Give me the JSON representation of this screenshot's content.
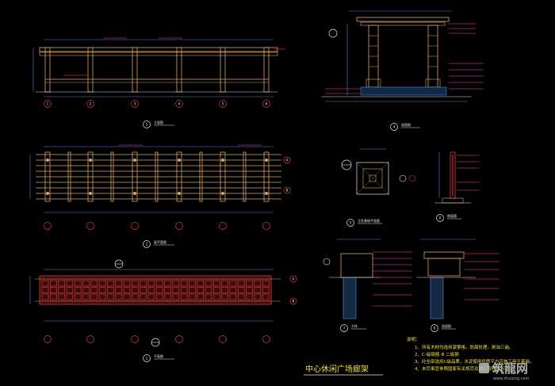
{
  "drawing": {
    "title": "中心休闲广场廊架",
    "views": [
      {
        "num": "5",
        "name": "立面图"
      },
      {
        "num": "4",
        "name": "剖面图"
      },
      {
        "num": "2",
        "name": "梁平面图"
      },
      {
        "num": "1",
        "name": "平面图"
      },
      {
        "num": "5",
        "name": "立柱基础平面图"
      },
      {
        "num": "6",
        "name": "侧面图"
      },
      {
        "num": "7",
        "name": "大样"
      },
      {
        "num": "8",
        "name": "剖面图"
      }
    ],
    "axis_numbers": [
      "1",
      "2",
      "3",
      "4",
      "5",
      "6"
    ],
    "axis_letters": [
      "A",
      "B"
    ],
    "notes": {
      "heading": "说明：",
      "lines": [
        "1、所有木材均选用菠萝格，防腐处理，刷油三遍。",
        "2、C-级钢筋 Φ 二级钢",
        "3、砼全部选用C级品质，水泥使用优质平方可施工用于基础。",
        "4、未尽事宜参照国家有关规范及施工规程执行。"
      ]
    }
  },
  "watermark": {
    "brand": "筑龍网",
    "url": "www.zhulong.com"
  },
  "colors": {
    "background": "#000000",
    "wood": "#d9a56a",
    "dim": "#5b7fd6",
    "leader": "#ff3fb0",
    "column": "#e23a3a",
    "title": "#f2e24a"
  }
}
